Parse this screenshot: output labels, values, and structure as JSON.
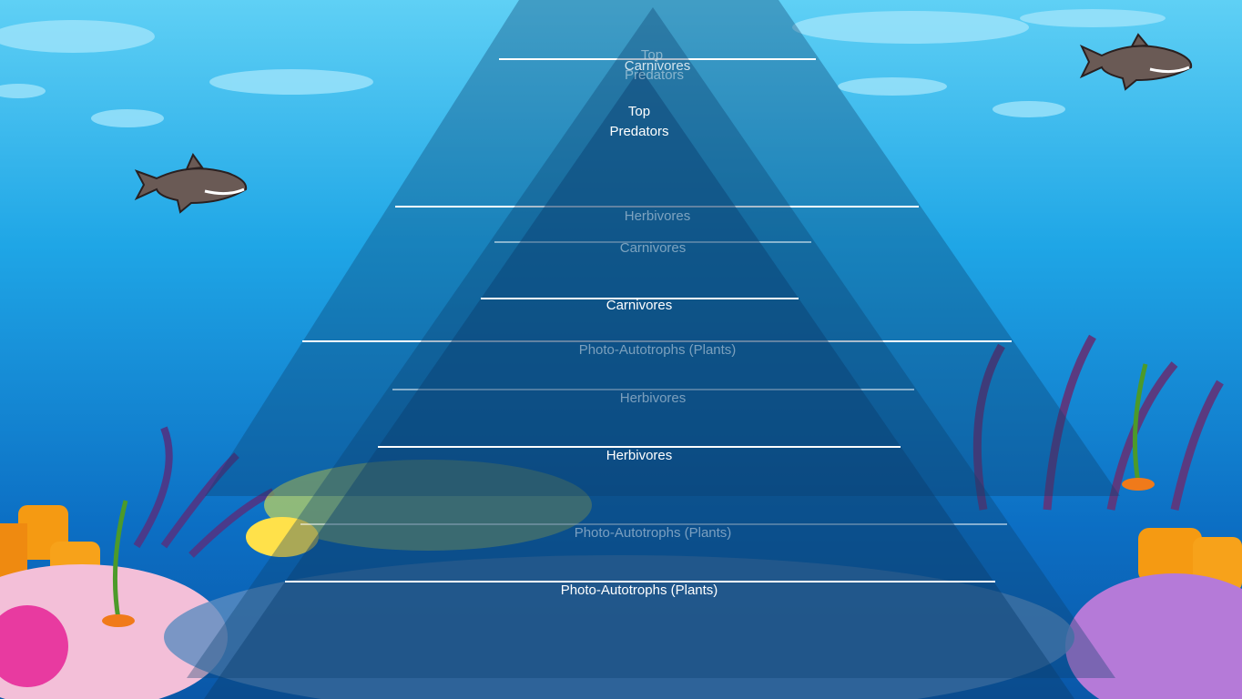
{
  "colors": {
    "water_top": "#5fd0f5",
    "water_mid": "#1a9be0",
    "water_bottom": "#0a5fb0",
    "pyramid": "#0b3f6e",
    "divider": "#ffffff"
  },
  "pyramids": [
    {
      "levels": [
        "Carnivores",
        "Herbivores",
        "Photo-Autotrophs (Plants)"
      ]
    },
    {
      "levels": [
        "Top Predators",
        "Carnivores",
        "Herbivores",
        "Photo-Autotrophs (Plants)"
      ]
    },
    {
      "levels": [
        "Top Predators",
        "Carnivores",
        "Herbivores",
        "Photo-Autotrophs (Plants)"
      ]
    }
  ],
  "decorations": [
    "shark-icon",
    "shark-icon",
    "coral-reef",
    "seaweed-icon"
  ]
}
